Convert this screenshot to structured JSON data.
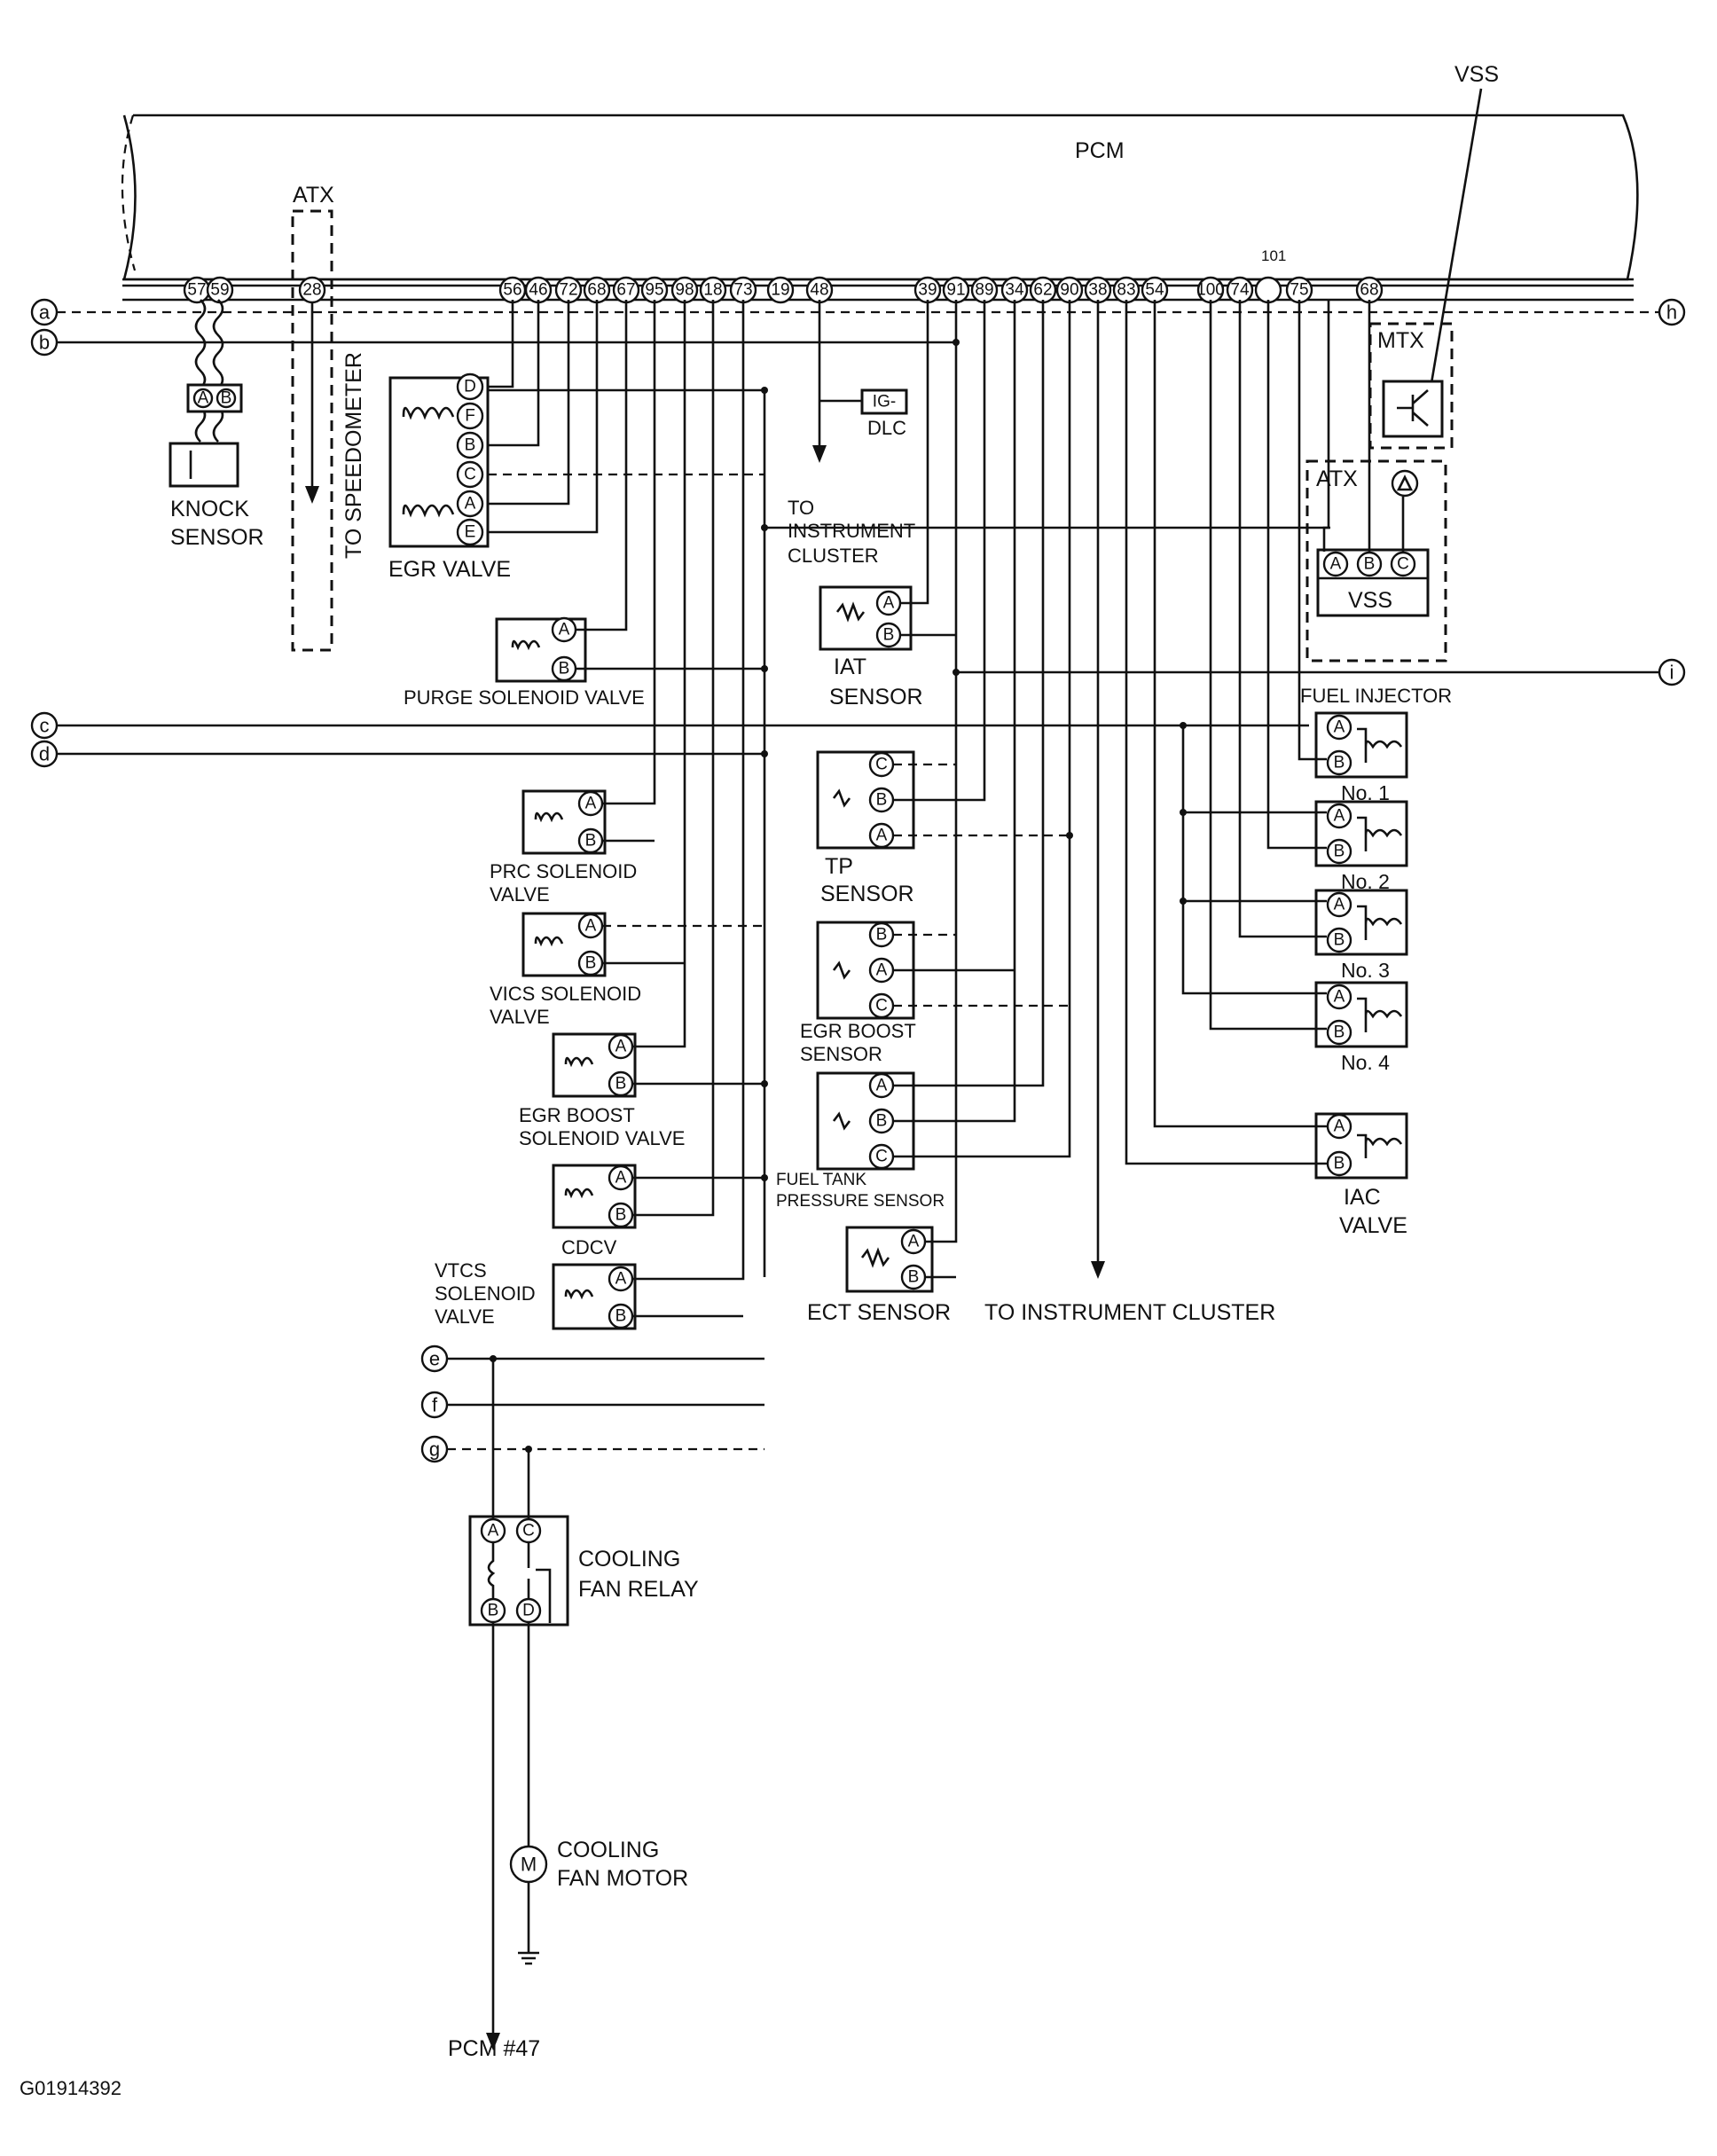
{
  "pcm": {
    "title": "PCM",
    "pins": [
      "57",
      "59",
      "28",
      "56",
      "46",
      "72",
      "68",
      "67",
      "95",
      "98",
      "18",
      "73",
      "19",
      "48",
      "39",
      "91",
      "89",
      "34",
      "62",
      "90",
      "38",
      "83",
      "54",
      "100",
      "74",
      "",
      "75",
      "68"
    ],
    "pin_101_label": "101"
  },
  "top_labels": {
    "vss": "VSS",
    "atx": "ATX"
  },
  "terminals": [
    "a",
    "b",
    "c",
    "d",
    "e",
    "f",
    "g",
    "h",
    "i"
  ],
  "components": {
    "knock_sensor": {
      "line1": "KNOCK",
      "line2": "SENSOR",
      "pins": [
        "A",
        "B"
      ]
    },
    "to_speedometer": "TO SPEEDOMETER",
    "egr_valve": {
      "label": "EGR VALVE",
      "pins": [
        "D",
        "F",
        "B",
        "C",
        "A",
        "E"
      ]
    },
    "purge_solenoid": {
      "label": "PURGE SOLENOID VALVE",
      "pins": [
        "A",
        "B"
      ]
    },
    "prc_solenoid": {
      "line1": "PRC SOLENOID",
      "line2": "VALVE",
      "pins": [
        "A",
        "B"
      ]
    },
    "vics_solenoid": {
      "line1": "VICS SOLENOID",
      "line2": "VALVE",
      "pins": [
        "A",
        "B"
      ]
    },
    "egr_boost_solenoid": {
      "line1": "EGR BOOST",
      "line2": "SOLENOID VALVE",
      "pins": [
        "A",
        "B"
      ]
    },
    "cdcv": {
      "label": "CDCV",
      "pins": [
        "A",
        "B"
      ]
    },
    "vtcs_solenoid": {
      "line1": "VTCS",
      "line2": "SOLENOID",
      "line3": "VALVE",
      "pins": [
        "A",
        "B"
      ]
    },
    "dlc": {
      "ig": "IG-",
      "label": "DLC"
    },
    "to_instrument_cluster_top": {
      "line1": "TO",
      "line2": "INSTRUMENT",
      "line3": "CLUSTER"
    },
    "iat_sensor": {
      "line1": "IAT",
      "line2": "SENSOR",
      "pins": [
        "A",
        "B"
      ]
    },
    "tp_sensor": {
      "line1": "TP",
      "line2": "SENSOR",
      "pins": [
        "C",
        "B",
        "A"
      ]
    },
    "egr_boost_sensor": {
      "line1": "EGR BOOST",
      "line2": "SENSOR",
      "pins": [
        "B",
        "A",
        "C"
      ]
    },
    "fuel_tank_sensor": {
      "line1": "FUEL TANK",
      "line2": "PRESSURE SENSOR",
      "pins": [
        "A",
        "B",
        "C"
      ]
    },
    "ect_sensor": {
      "label": "ECT SENSOR",
      "pins": [
        "A",
        "B"
      ]
    },
    "to_instrument_cluster_bottom": "TO INSTRUMENT CLUSTER",
    "mtx": "MTX",
    "atx_box": {
      "label": "ATX",
      "vss": "VSS",
      "pins": [
        "A",
        "B",
        "C"
      ]
    },
    "fuel_injector": {
      "label": "FUEL INJECTOR",
      "no1": "No. 1",
      "no2": "No. 2",
      "no3": "No. 3",
      "no4": "No. 4",
      "pins": [
        "A",
        "B"
      ]
    },
    "iac_valve": {
      "line1": "IAC",
      "line2": "VALVE",
      "pins": [
        "A",
        "B"
      ]
    },
    "cooling_fan_relay": {
      "line1": "COOLING",
      "line2": "FAN RELAY",
      "pins": [
        "A",
        "C",
        "B",
        "D"
      ]
    },
    "cooling_fan_motor": {
      "line1": "COOLING",
      "line2": "FAN MOTOR",
      "symbol": "M"
    },
    "pcm_47": "PCM #47"
  },
  "figure_id": "G01914392"
}
